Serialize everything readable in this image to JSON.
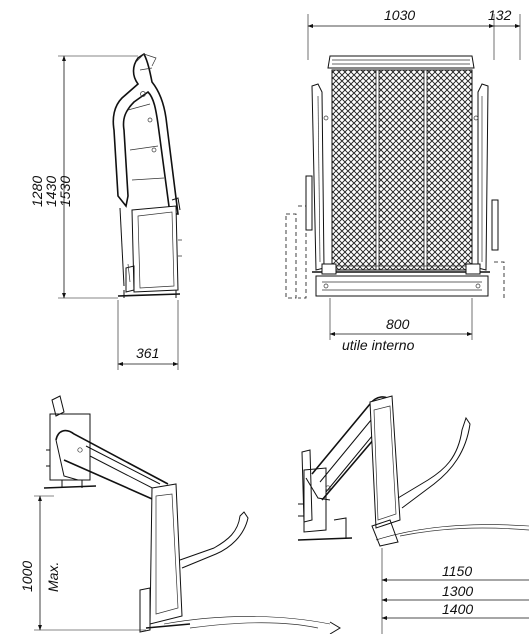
{
  "side_view": {
    "heights": [
      "1280",
      "1430",
      "1530"
    ],
    "depth": "361"
  },
  "front_view": {
    "overall_width": "1030",
    "side_width": "132",
    "internal_width": "800",
    "internal_caption": "utile interno"
  },
  "raised_view": {
    "height": "1000",
    "height_note": "Max."
  },
  "lowered_view": {
    "reaches": [
      "1150",
      "1300",
      "1400"
    ]
  }
}
